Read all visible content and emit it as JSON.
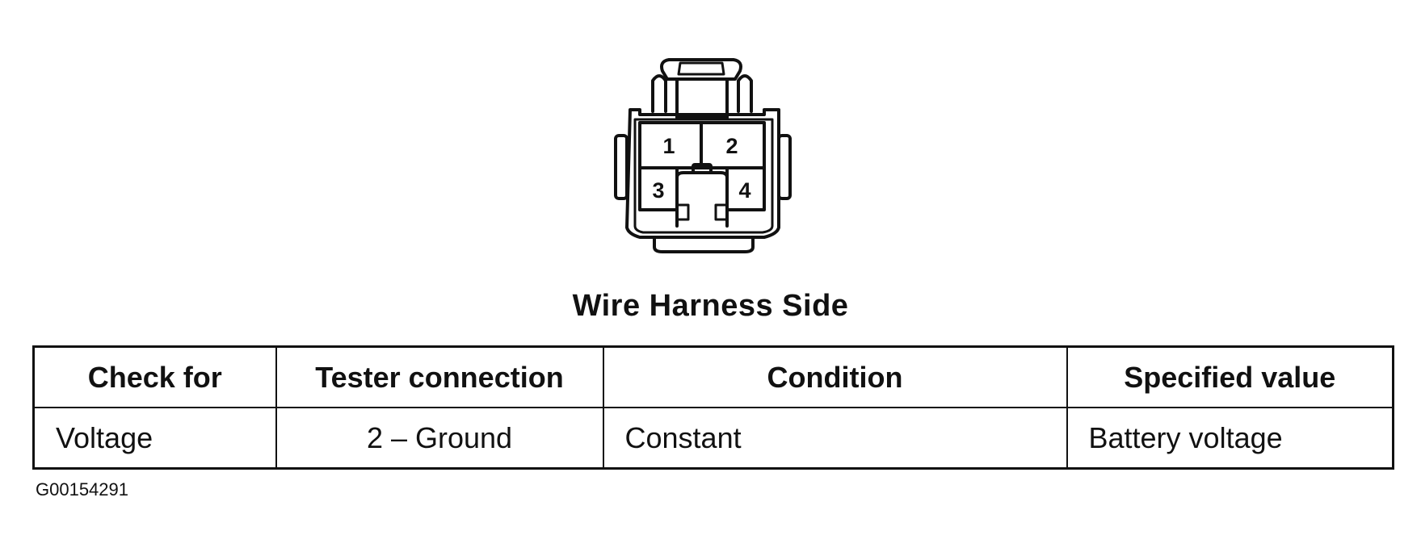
{
  "diagram": {
    "pins": [
      "1",
      "2",
      "3",
      "4"
    ],
    "caption": "Wire Harness Side"
  },
  "table": {
    "headers": {
      "check_for": "Check for",
      "tester_connection": "Tester connection",
      "condition": "Condition",
      "specified_value": "Specified value"
    },
    "rows": [
      {
        "check_for": "Voltage",
        "tester_connection": "2 – Ground",
        "condition": "Constant",
        "specified_value": "Battery voltage"
      }
    ]
  },
  "figure_id": "G00154291"
}
